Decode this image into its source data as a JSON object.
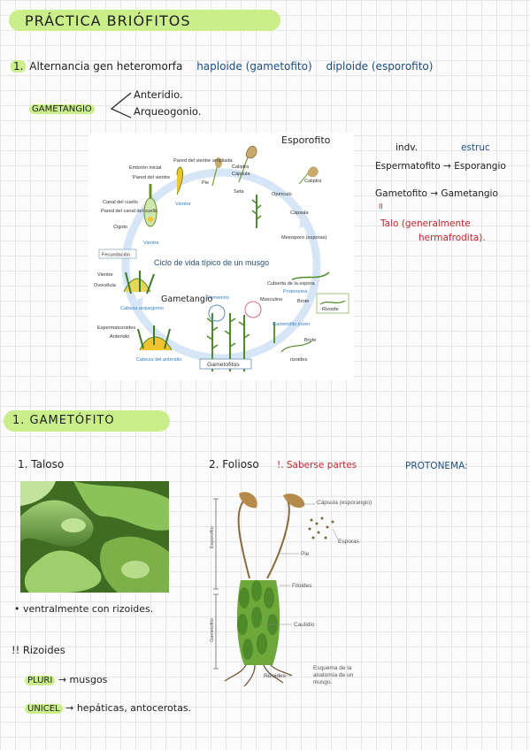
{
  "header": {
    "title": "PRÁCTICA BRIÓFITOS"
  },
  "section1": {
    "num": "1.",
    "heading": "Alternancia gen heteromorfa",
    "haploide": "haploide (gametofito)",
    "diploide": "diploide (esporofito)",
    "gametangio": "GAMETANGIO",
    "anteridio": "Anteridio.",
    "arqueogonio": "Arqueogonio."
  },
  "notes": {
    "col1": "indv.",
    "col2": "estruc",
    "row1": "Espermatofito → Esporangio",
    "row2": "Gametofito → Gametangio",
    "marks": "II",
    "talo1": "Talo (generalmente",
    "talo2": "hermafrodita)."
  },
  "cycle": {
    "esporofito_hand": "Esporofito",
    "gametangio_hand": "Gametangio",
    "title": "Ciclo de vida típico de un musgo",
    "labels": {
      "embrion": "Embrión inicial",
      "pared_vientre_ampliada": "Pared del vientre ampliada",
      "pared_vientre": "Pared del vientre",
      "caliptra": "Caliptra",
      "capsula": "Cápsula",
      "pie": "Pie",
      "seta": "Seta",
      "vientre": "Vientre",
      "canal_cuello": "Canal del cuello",
      "pared_canal": "Pared del canal del cuello",
      "cigoto": "Cigoto",
      "vientre2": "Vientre",
      "fecundacion": "Fecundación",
      "opercul": "Opérculo",
      "caliptra2": "Caliptra",
      "capsula2": "Cápsula",
      "meiosporo": "Meiosporo (esporas)",
      "cubierta": "Cubierta de la espora",
      "protonema": "Protonema",
      "brote": "Brote",
      "rizoide": "Rizoide",
      "vientre3": "Vientre",
      "ovocelula": "Ovocélula",
      "cabeza_arq": "Cabeza arquegonio",
      "femenino": "Femenino",
      "masculino": "Masculino",
      "gametofito_joven": "Gametofito joven",
      "espermatozoides": "Espermatozoides",
      "anteridio": "Anteridio",
      "cabeza_ant": "Cabeza del anteridio",
      "gametofitos": "Gametofitos",
      "brote2": "Brote",
      "rizoides": "rizoides"
    }
  },
  "section2": {
    "title": "1. GAMETÓFITO",
    "taloso": "1. Taloso",
    "foliosO": "2. Folioso",
    "saberse": "!. Saberse partes",
    "protonema": "PROTONEMA:",
    "ventral": "• ventralmente con rizoides.",
    "rizoides": "!! Rizoides",
    "pluri": "PLURI",
    "pluri_rest": "→ musgos",
    "unicel": "UNICEL",
    "unicel_rest": "→ hepáticas, antocerotas."
  },
  "moss": {
    "capsula": "Cápsula (esporangio)",
    "esporas": "Esporas",
    "pie": "Pie",
    "filoides": "Filoides",
    "caulidio": "Caulidio",
    "rizoides": "Rizoides",
    "esporofito": "Esporofito",
    "gametofito": "Gametofito",
    "esquema": "Esquema de la anatomía de un musgo."
  },
  "colors": {
    "highlight": "#c9ee8a",
    "blue_ink": "#1b4e80",
    "red_ink": "#c1272d"
  }
}
